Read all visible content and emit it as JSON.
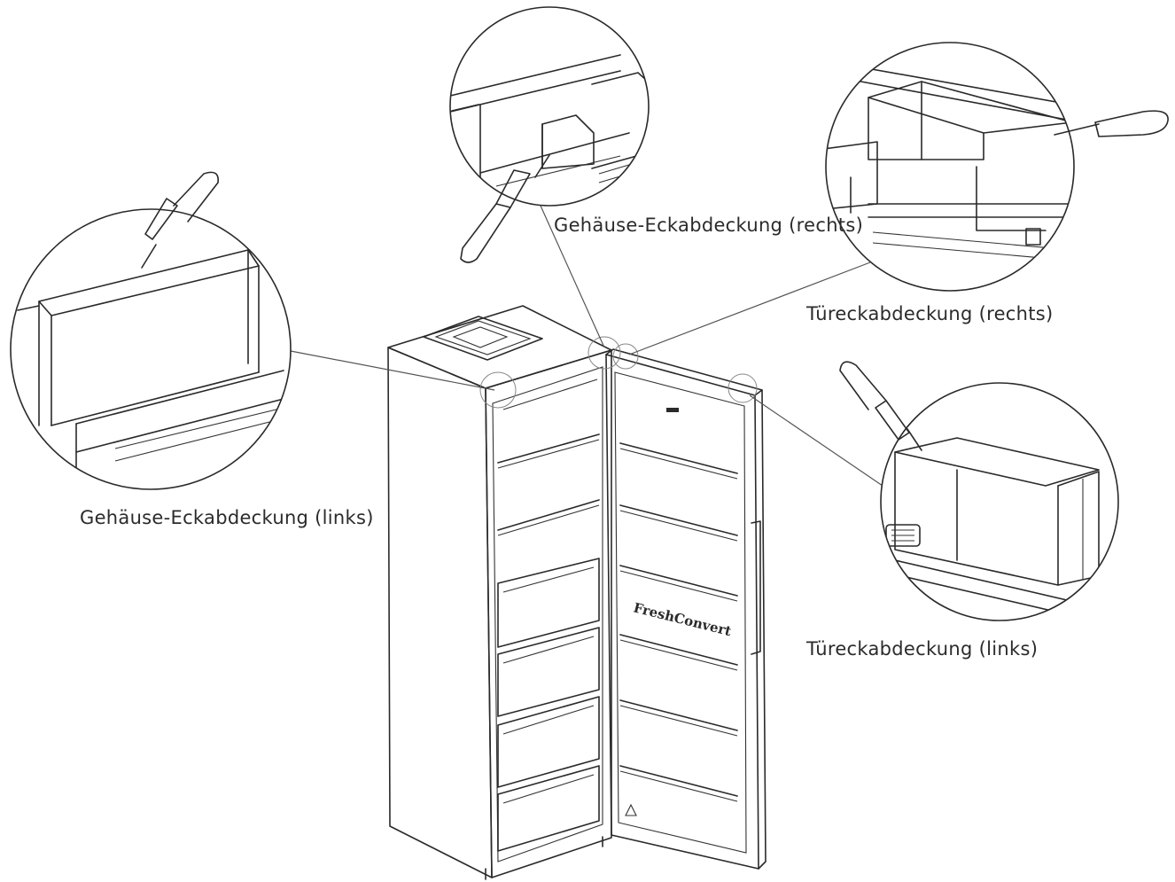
{
  "labels": {
    "housing_corner_right": "Gehäuse-Eckabdeckung (rechts)",
    "door_corner_right": "Türeckabdeckung (rechts)",
    "housing_corner_left": "Gehäuse-Eckabdeckung (links)",
    "door_corner_left": "Türeckabdeckung (links)"
  },
  "door_logo": "FreshConvert",
  "colors": {
    "line": "#2a2a2a",
    "label": "#2b2b2b",
    "background": "#ffffff"
  }
}
